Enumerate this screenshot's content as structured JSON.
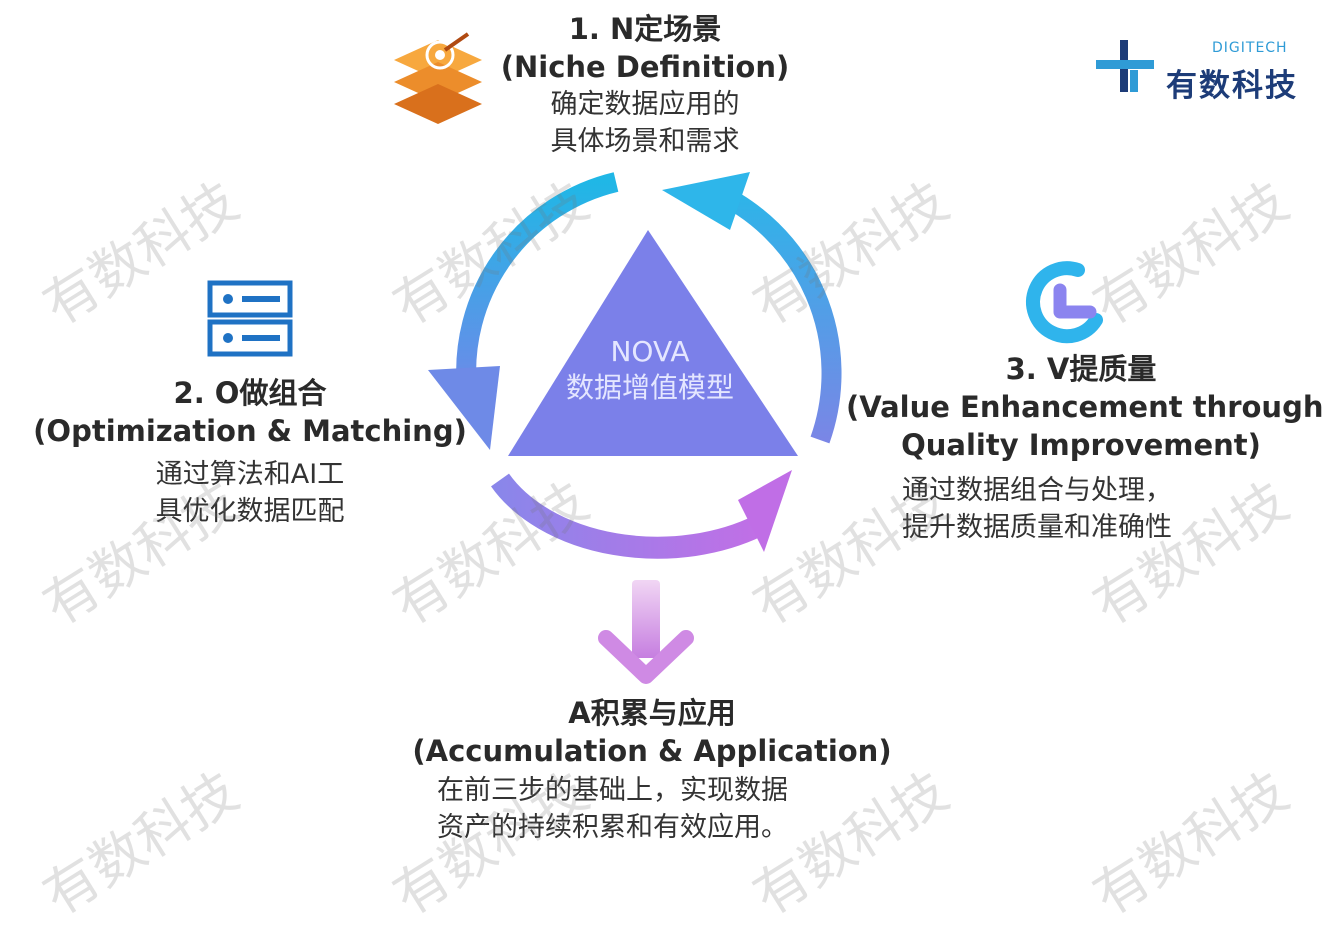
{
  "brand": {
    "sub": "DIGITECH",
    "name": "有数科技"
  },
  "center": {
    "line1": "NOVA",
    "line2": "数据增值模型"
  },
  "steps": [
    {
      "title1": "1. N定场景",
      "title2": "(Niche Definition)",
      "desc": [
        "确定数据应用的",
        "具体场景和需求"
      ],
      "icon": "layers-target-icon"
    },
    {
      "title1": "2. O做组合",
      "title2": "(Optimization & Matching)",
      "desc": [
        "通过算法和AI工",
        "具优化数据匹配"
      ],
      "icon": "server-icon"
    },
    {
      "title1": "3. V提质量",
      "title2": "(Value Enhancement through",
      "title3": "Quality Improvement)",
      "desc": [
        "通过数据组合与处理，",
        "提升数据质量和准确性"
      ],
      "icon": "quality-ring-icon"
    },
    {
      "title1": "A积累与应用",
      "title2": "(Accumulation & Application)",
      "desc": [
        "在前三步的基础上，实现数据",
        "资产的持续积累和有效应用。"
      ],
      "icon": "down-arrow-icon"
    }
  ],
  "watermark": "有数科技",
  "colors": {
    "accent_blue": "#2ab2e8",
    "accent_purple": "#b476e8",
    "triangle": "#7b7fe8",
    "title_dark": "#2a2a2a"
  }
}
